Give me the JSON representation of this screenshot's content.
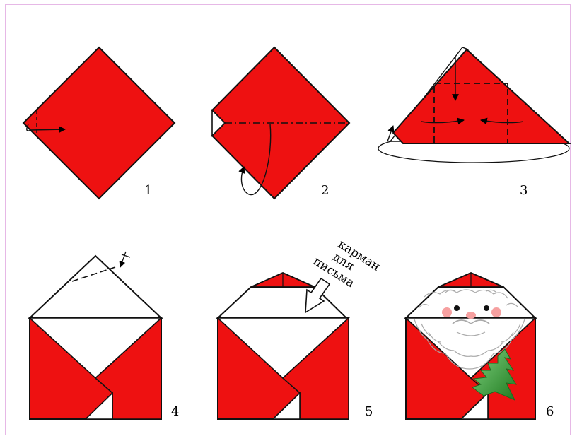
{
  "colors": {
    "paper_red": "#ee1111",
    "outline": "#111111",
    "white": "#ffffff",
    "frame": "#e6b8e6",
    "beard_stroke": "#aaaaaa",
    "tree_green": "#2e9a2e",
    "cheek": "#f6a0a0"
  },
  "steps": [
    {
      "number": "1"
    },
    {
      "number": "2"
    },
    {
      "number": "3"
    },
    {
      "number": "4"
    },
    {
      "number": "5"
    },
    {
      "number": "6"
    }
  ],
  "pocket_label": [
    "карман",
    "для",
    "письма"
  ],
  "icons": [
    "fold-arrow-icon",
    "pocket-arrow-icon",
    "christmas-tree-icon"
  ]
}
